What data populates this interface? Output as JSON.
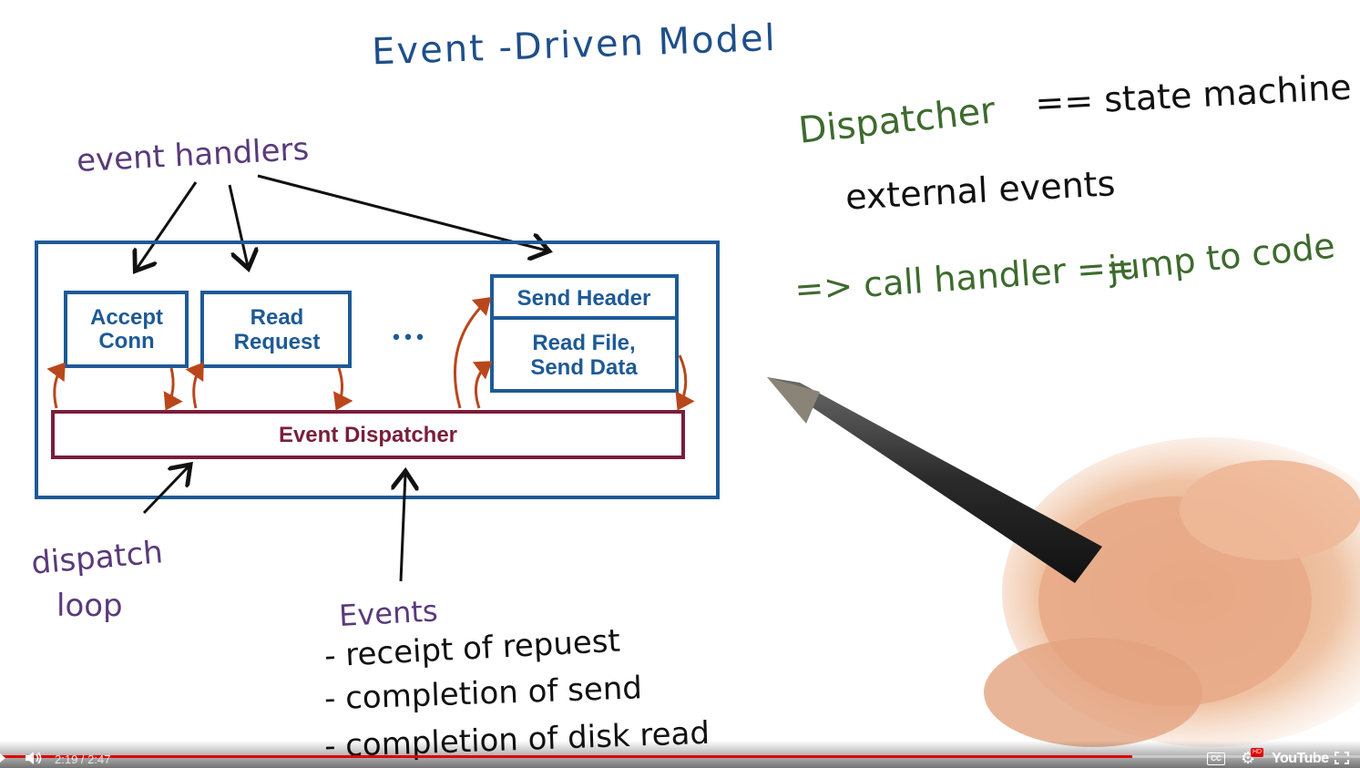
{
  "slide": {
    "title": "Event -Driven Model",
    "labels": {
      "event_handlers": "event handlers",
      "dispatch_loop_line1": "dispatch",
      "dispatch_loop_line2": "loop",
      "events_heading": "Events",
      "events": [
        "- receipt of repuest",
        "- completion of send",
        "- completion of disk read"
      ]
    },
    "boxes": {
      "accept_line1": "Accept",
      "accept_line2": "Conn",
      "read_line1": "Read",
      "read_line2": "Request",
      "ellipsis": "•••",
      "send_header": "Send Header",
      "read_file_line1": "Read File,",
      "read_file_line2": "Send Data",
      "dispatcher": "Event Dispatcher"
    },
    "notes": {
      "dispatcher_prefix": "Dispatcher",
      "dispatcher_rest": "== state machine",
      "external": "external events",
      "call_prefix": "=> call handler ==",
      "call_rest": "jump to code"
    }
  },
  "player": {
    "time_current": "2:19",
    "time_sep": " / ",
    "time_total": "2:47",
    "progress": 0.8326,
    "cc_label": "CC",
    "hd_label": "HD",
    "logo": "YouTube"
  },
  "colors": {
    "title_blue": "#1f4f8a",
    "diagram_blue": "#1e5a96",
    "dispatcher_maroon": "#7a1e3a",
    "handler_purple": "#5a3a7a",
    "note_green": "#3d6b2e",
    "ink_black": "#111111",
    "arrow_orange": "#b9471c",
    "progress_red": "#e00000"
  }
}
